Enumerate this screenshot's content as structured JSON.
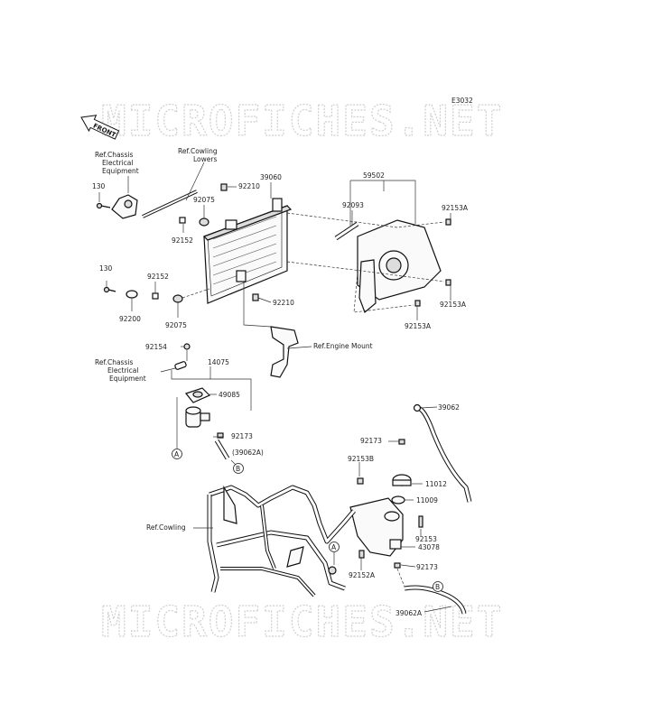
{
  "diagram": {
    "code": "E3032",
    "front_label": "FRONT",
    "watermark": "MICROFICHES.NET",
    "labels": {
      "p130a": "130",
      "p130b": "130",
      "p92210a": "92210",
      "p92210b": "92210",
      "p39060": "39060",
      "p59502": "59502",
      "p92093": "92093",
      "p92153Aa": "92153A",
      "p92153Ab": "92153A",
      "p92153Ac": "92153A",
      "p92075a": "92075",
      "p92075b": "92075",
      "p92152a": "92152",
      "p92152b": "92152",
      "p92200": "92200",
      "p92154": "92154",
      "p14075": "14075",
      "p49085": "49085",
      "p92173a": "92173",
      "p92173b": "92173",
      "p92173c": "92173",
      "p39062A_paren": "(39062A)",
      "p39062": "39062",
      "p92153B": "92153B",
      "p11012": "11012",
      "p11009": "11009",
      "p92153": "92153",
      "p43078": "43078",
      "p92152A": "92152A",
      "p39062A": "39062A"
    },
    "refs": {
      "chassis1": [
        "Ref.Chassis",
        "Electrical",
        "Equipment"
      ],
      "cowling_lowers": [
        "Ref.Cowling",
        "Lowers"
      ],
      "engine_mount": "Ref.Engine Mount",
      "chassis2": [
        "Ref.Chassis",
        "Electrical",
        "Equipment"
      ],
      "cowling": "Ref.Cowling"
    },
    "callouts": {
      "A1": "A",
      "B1": "B",
      "A2": "A",
      "B2": "B"
    }
  }
}
